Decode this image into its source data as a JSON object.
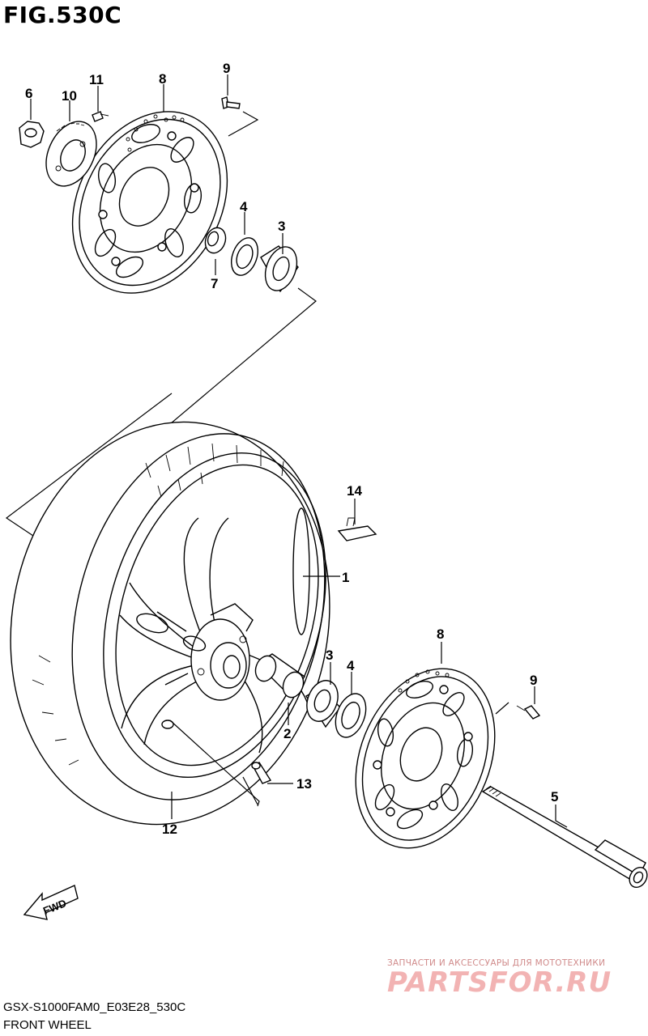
{
  "figure": {
    "title": "FIG.530C"
  },
  "callouts": {
    "c1": "1",
    "c2": "2",
    "c3a": "3",
    "c3b": "3",
    "c4a": "4",
    "c4b": "4",
    "c5": "5",
    "c6": "6",
    "c7": "7",
    "c8a": "8",
    "c8b": "8",
    "c9a": "9",
    "c9b": "9",
    "c10": "10",
    "c11": "11",
    "c12": "12",
    "c13": "13",
    "c14": "14"
  },
  "fwd_badge": "FWD",
  "watermark": {
    "tagline": "ЗАПЧАСТИ И АКСЕССУАРЫ ДЛЯ МОТОТЕХНИКИ",
    "logo": "PARTSFOR.RU"
  },
  "footer": {
    "model_code": "GSX-S1000FAM0_E03E28_530C",
    "section_name": "FRONT WHEEL"
  },
  "colors": {
    "line": "#000000",
    "watermark": "#f2b3b3"
  }
}
